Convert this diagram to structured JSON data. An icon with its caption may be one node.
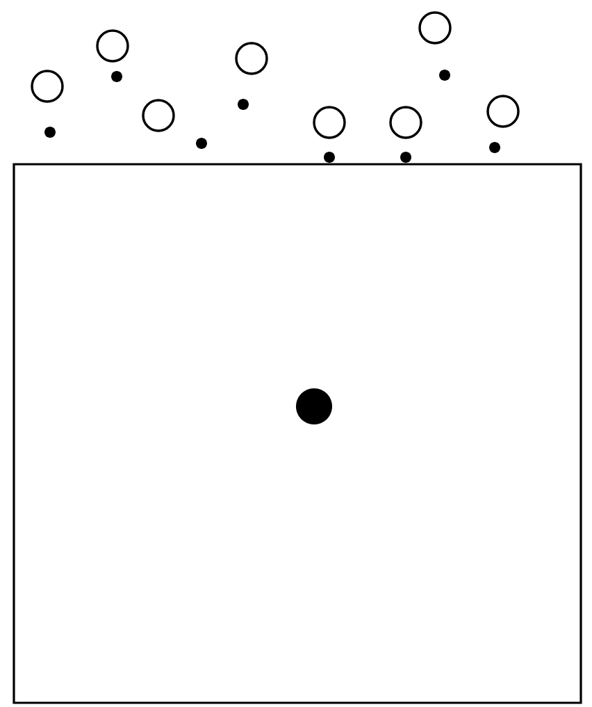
{
  "diagram": {
    "nodes": [
      {
        "text": [],
        "shape": "box"
      },
      {
        "text": [],
        "shape": "dot",
        "in": 0
      },
      {
        "text": [],
        "shape": "circle"
      },
      {
        "text": [],
        "shape": "circle"
      },
      {
        "text": [],
        "shape": "circle"
      },
      {
        "text": [],
        "shape": "circle"
      },
      {
        "text": [],
        "shape": "circle"
      },
      {
        "text": [],
        "shape": "circle"
      },
      {
        "text": [],
        "shape": "circle"
      },
      {
        "text": [],
        "shape": "circle"
      },
      {
        "text": [],
        "shape": "dot"
      },
      {
        "text": [],
        "shape": "dot"
      },
      {
        "text": [],
        "shape": "dot"
      },
      {
        "text": [],
        "shape": "dot"
      },
      {
        "text": [],
        "shape": "dot"
      },
      {
        "text": [],
        "shape": "dot"
      },
      {
        "text": [],
        "shape": "dot"
      },
      {
        "text": [],
        "shape": "dot"
      }
    ]
  }
}
